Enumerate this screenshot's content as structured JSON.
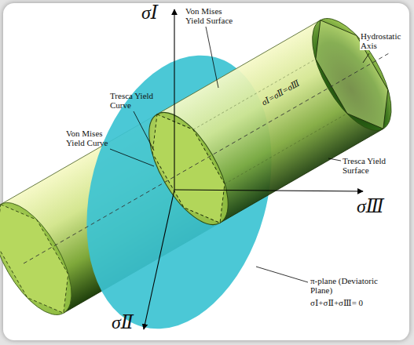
{
  "diagram": {
    "labels": [
      "σⅠ",
      "Von Mises Yield Surface",
      "σⅠ=σⅡ=σⅢ",
      "Hydrostatic Axis",
      "Tresca Yield Curve",
      "Von Mises Yield Curve",
      "Tresca Yield Surface",
      "σⅢ",
      "π-plane (Deviatoric Plane)",
      "σⅠ+σⅡ+σⅢ= 0",
      "σⅡ"
    ]
  }
}
